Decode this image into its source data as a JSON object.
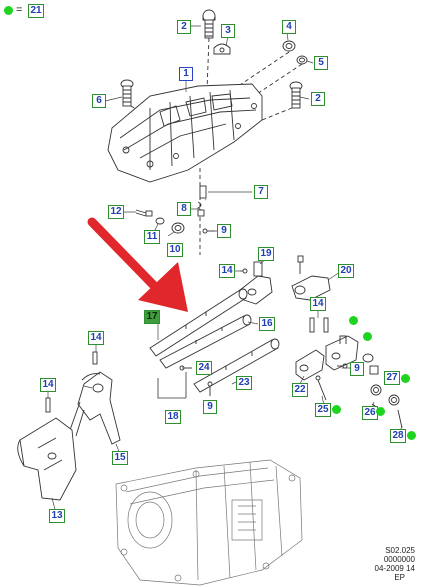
{
  "legend": {
    "equals": "=",
    "ref": "21",
    "dot_color": "#1fd41f"
  },
  "labels": {
    "l1": "1",
    "l2a": "2",
    "l2b": "2",
    "l3": "3",
    "l4": "4",
    "l5": "5",
    "l6": "6",
    "l7": "7",
    "l8": "8",
    "l9a": "9",
    "l9b": "9",
    "l9c": "9",
    "l10": "10",
    "l11": "11",
    "l12": "12",
    "l13": "13",
    "l14a": "14",
    "l14b": "14",
    "l14c": "14",
    "l14d": "14",
    "l15": "15",
    "l16": "16",
    "l17": "17",
    "l18": "18",
    "l19": "19",
    "l20": "20",
    "l22": "22",
    "l23": "23",
    "l24": "24",
    "l25": "25",
    "l26": "26",
    "l27": "27",
    "l28": "28"
  },
  "footer": {
    "line1": "S02.025",
    "line2": "0000000",
    "line3": "04-2009 14",
    "line4": "EP"
  },
  "colors": {
    "label_border": "#2e8f2e",
    "label_text": "#1f3fb0",
    "highlight": "#3f9c3f",
    "arrow": "#e0282c"
  }
}
